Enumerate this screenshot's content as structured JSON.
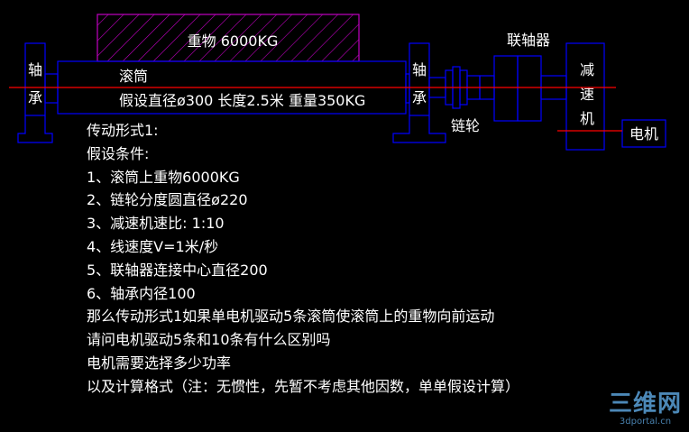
{
  "diagram": {
    "load_label": "重物 6000KG",
    "drum_label": "滚筒",
    "drum_spec": "假设直径ø300  长度2.5米  重量350KG",
    "bearing_left": [
      "轴",
      "承"
    ],
    "bearing_right": [
      "轴",
      "承"
    ],
    "sprocket_label": "链轮",
    "coupling_label": "联轴器",
    "reducer_label": [
      "减",
      "速",
      "机"
    ],
    "motor_label": "电机",
    "colors": {
      "background": "#000000",
      "frame": "#0000ff",
      "hatch": "#c000c0",
      "centerline": "#ff0000",
      "text": "#ffffff"
    }
  },
  "description": {
    "title": "传动形式1:",
    "conditions_heading": "假设条件:",
    "conditions": [
      "1、滚筒上重物6000KG",
      "2、链轮分度圆直径ø220",
      "3、减速机速比: 1:10",
      "4、线速度V=1米/秒",
      "5、联轴器连接中心直径200",
      "6、轴承内径100"
    ],
    "questions": [
      "那么传动形式1如果单电机驱动5条滚筒使滚筒上的重物向前运动",
      "请问电机驱动5条和10条有什么区别吗",
      "电机需要选择多少功率",
      "以及计算格式（注：无惯性，先暂不考虑其他因数，单单假设计算）"
    ]
  },
  "watermark": {
    "logo": "三维网",
    "url": "3dportal.cn"
  }
}
